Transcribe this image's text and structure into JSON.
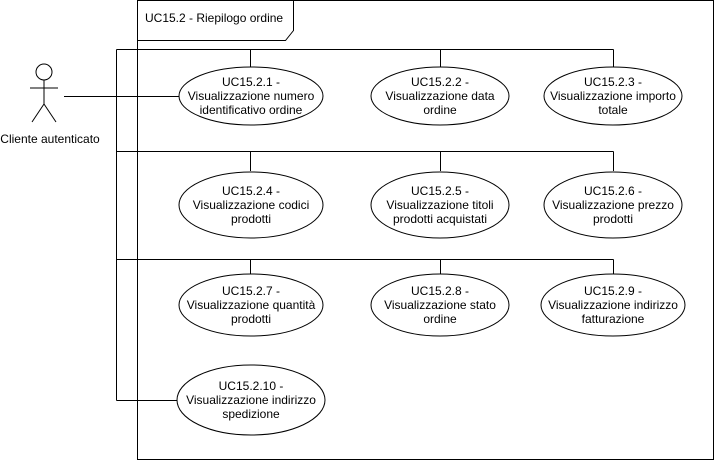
{
  "frame": {
    "title": "UC15.2 - Riepilogo ordine"
  },
  "actor": {
    "label": "Cliente autenticato"
  },
  "use_cases": [
    {
      "id": "uc-15-2-1",
      "lines": [
        "UC15.2.1 -",
        "Visualizzazione numero",
        "identificativo ordine"
      ]
    },
    {
      "id": "uc-15-2-2",
      "lines": [
        "UC15.2.2 -",
        "Visualizzazione data",
        "ordine"
      ]
    },
    {
      "id": "uc-15-2-3",
      "lines": [
        "UC15.2.3 -",
        "Visualizzazione importo",
        "totale"
      ]
    },
    {
      "id": "uc-15-2-4",
      "lines": [
        "UC15.2.4 -",
        "Visualizzazione codici",
        "prodotti"
      ]
    },
    {
      "id": "uc-15-2-5",
      "lines": [
        "UC15.2.5 -",
        "Visualizzazione titoli",
        "prodotti acquistati"
      ]
    },
    {
      "id": "uc-15-2-6",
      "lines": [
        "UC15.2.6 -",
        "Visualizzazione prezzo",
        "prodotti"
      ]
    },
    {
      "id": "uc-15-2-7",
      "lines": [
        "UC15.2.7 -",
        "Visualizzazione quantità",
        "prodotti"
      ]
    },
    {
      "id": "uc-15-2-8",
      "lines": [
        "UC15.2.8 -",
        "Visualizzazione stato",
        "ordine"
      ]
    },
    {
      "id": "uc-15-2-9",
      "lines": [
        "UC15.2.9 -",
        "Visualizzazione indirizzo",
        "fatturazione"
      ]
    },
    {
      "id": "uc-15-2-10",
      "lines": [
        "UC15.2.10 -",
        "Visualizzazione indirizzo",
        "spedizione"
      ]
    }
  ]
}
